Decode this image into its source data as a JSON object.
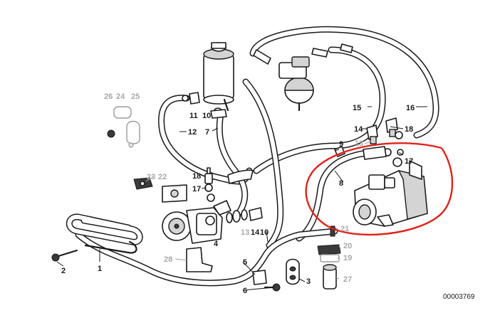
{
  "reference_number": "00003769",
  "highlight_color": "#e32118",
  "callouts": {
    "c1": "1",
    "c2": "2",
    "c3": "3",
    "c4": "4",
    "c5": "5",
    "c6": "6",
    "c7": "7",
    "c8": "8",
    "c9": "9",
    "c10": "10",
    "c10b": "10",
    "c11": "11",
    "c12": "12",
    "c13": "13",
    "c13b": "13",
    "c14": "14",
    "c14b": "14",
    "c15": "15",
    "c16": "16",
    "c17": "17",
    "c17b": "17",
    "c18": "18",
    "c18b": "18",
    "c19": "19",
    "c20": "20",
    "c21": "21",
    "c22": "22",
    "c23": "23",
    "c24": "24",
    "c25": "25",
    "c26": "26",
    "c27": "27",
    "c28": "28"
  }
}
